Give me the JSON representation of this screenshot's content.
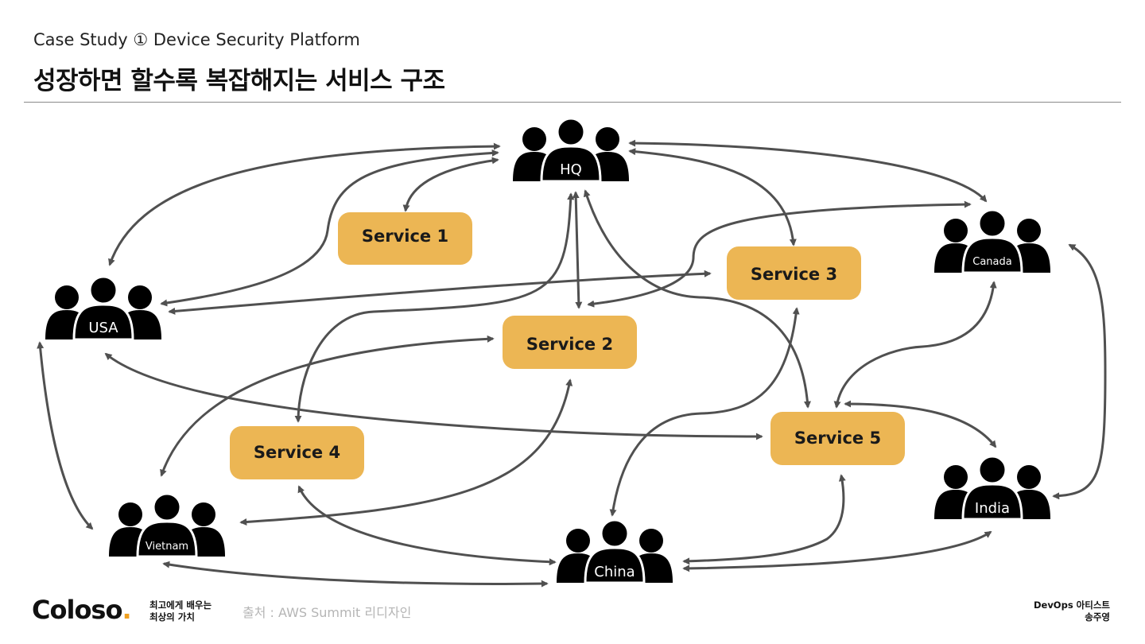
{
  "header": {
    "eyebrow": "Case Study ① Device Security Platform",
    "title": "성장하면 할수록 복잡해지는 서비스 구조"
  },
  "diagram": {
    "services": [
      {
        "id": "s1",
        "label": "Service 1"
      },
      {
        "id": "s2",
        "label": "Service 2"
      },
      {
        "id": "s3",
        "label": "Service 3"
      },
      {
        "id": "s4",
        "label": "Service 4"
      },
      {
        "id": "s5",
        "label": "Service 5"
      }
    ],
    "groups": [
      {
        "id": "hq",
        "label": "HQ"
      },
      {
        "id": "usa",
        "label": "USA"
      },
      {
        "id": "canada",
        "label": "Canada"
      },
      {
        "id": "vietnam",
        "label": "Vietnam"
      },
      {
        "id": "china",
        "label": "China"
      },
      {
        "id": "india",
        "label": "India"
      }
    ],
    "colors": {
      "service_fill": "#ecb654",
      "arrow": "#505050",
      "people": "#000000"
    }
  },
  "footer": {
    "logo": "Coloso",
    "logo_dot": ".",
    "tagline_line1": "최고에게 배우는",
    "tagline_line2": "최상의 가치",
    "source": "출처 : AWS Summit 리디자인",
    "author_line1": "DevOps 아티스트",
    "author_line2": "송주영"
  }
}
